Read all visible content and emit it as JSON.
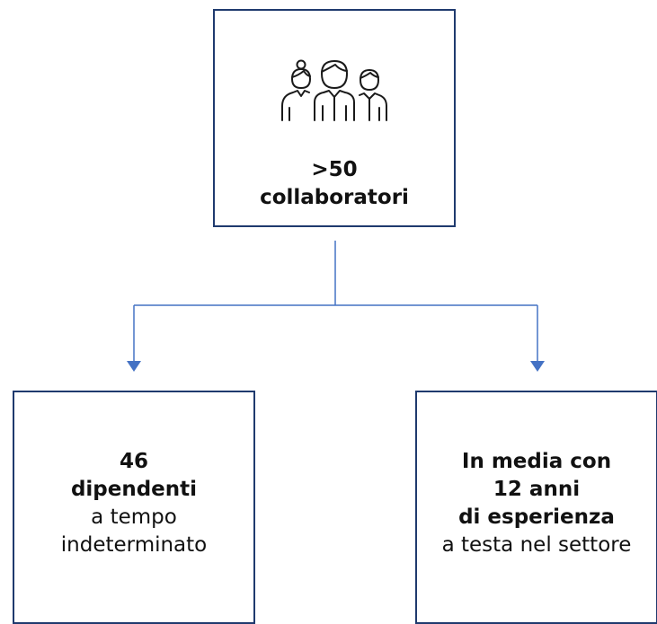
{
  "top": {
    "icon": "people-group-icon",
    "line1": ">50",
    "line2": "collaboratori"
  },
  "left": {
    "line1": "46",
    "line2": "dipendenti",
    "line3": "a tempo",
    "line4": "indeterminato"
  },
  "right": {
    "line1": "In media con",
    "line2": "12 anni",
    "line3": "di esperienza",
    "line4": "a testa nel settore"
  },
  "colors": {
    "box_border": "#1f3a6e",
    "connector": "#4472c4"
  }
}
